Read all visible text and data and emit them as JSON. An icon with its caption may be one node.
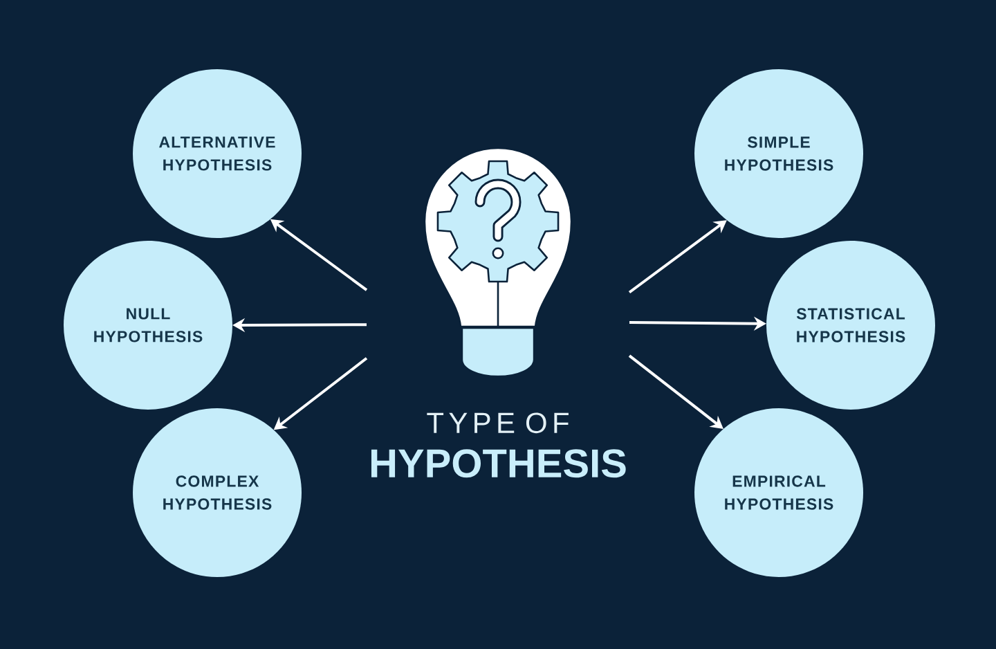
{
  "diagram": {
    "nodes": [
      {
        "text": [
          "ALTERNATIVE HYPOTHESIS"
        ]
      },
      {
        "text": [
          "NULL HYPOTHESIS"
        ]
      },
      {
        "text": [
          "COMPLEX HYPOTHESIS"
        ]
      },
      {
        "text": [
          "TYPE OF **HYPOTHESIS**"
        ]
      },
      {
        "text": [],
        "shape": "picture",
        "in": 3
      },
      {
        "text": [
          "SIMPLE HYPOTHESIS"
        ]
      },
      {
        "text": [
          "STATISTICAL HYPOTHESIS"
        ]
      },
      {
        "text": [
          "EMPIRICAL HYPOTHESIS"
        ]
      }
    ],
    "edges": [
      {
        "from": 3,
        "to": 0,
        "arrow": "to"
      },
      {
        "from": 3,
        "to": 1,
        "arrow": "to"
      },
      {
        "from": 3,
        "to": 2,
        "arrow": "to"
      },
      {
        "from": 3,
        "to": 5,
        "arrow": "to"
      },
      {
        "from": 3,
        "to": 6,
        "arrow": "to"
      },
      {
        "from": 3,
        "to": 7,
        "arrow": "to"
      }
    ]
  }
}
